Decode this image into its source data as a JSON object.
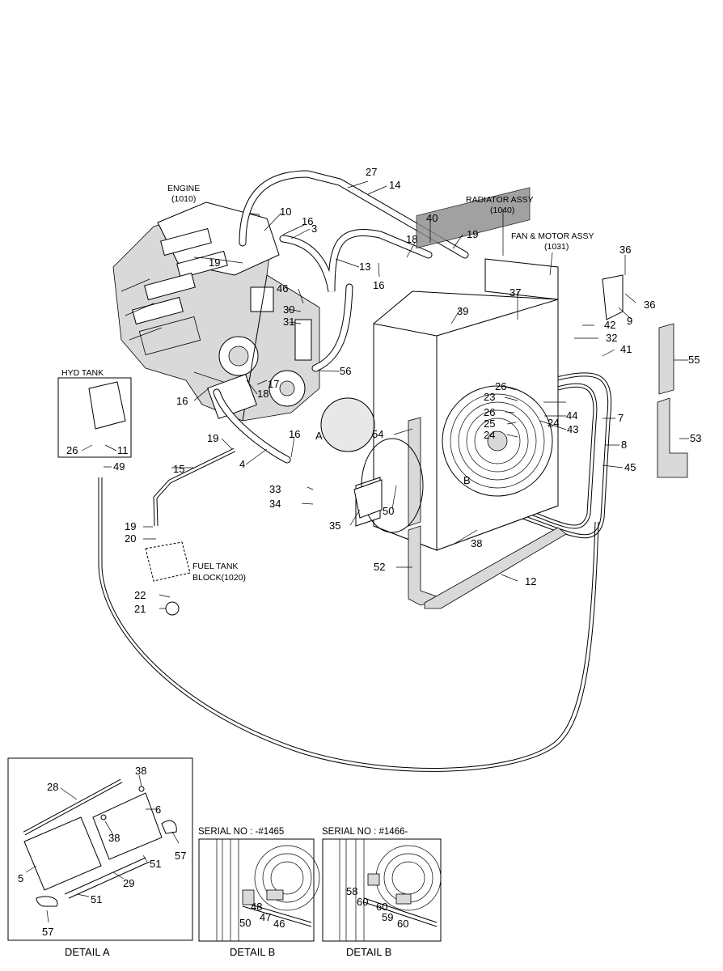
{
  "assemblies": {
    "engine": "ENGINE",
    "engine_no": "(1010)",
    "radiator": "RADIATOR ASSY",
    "radiator_no": "(1040)",
    "fan_motor": "FAN & MOTOR ASSY",
    "fan_motor_no": "(1031)",
    "hyd_tank": "HYD TANK",
    "fuel_tank": "FUEL TANK",
    "fuel_tank_block": "BLOCK(1020)"
  },
  "callouts": {
    "A": "A",
    "B": "B"
  },
  "main_labels": [
    "27",
    "14",
    "10",
    "16",
    "3",
    "40",
    "18",
    "19",
    "19",
    "13",
    "16",
    "46",
    "30",
    "31",
    "56",
    "17",
    "18",
    "16",
    "36",
    "36",
    "9",
    "42",
    "32",
    "41",
    "55",
    "53",
    "39",
    "37",
    "26",
    "23",
    "26",
    "44",
    "25",
    "24",
    "24",
    "43",
    "7",
    "8",
    "45",
    "54",
    "50",
    "35",
    "33",
    "34",
    "38",
    "52",
    "12",
    "16",
    "19",
    "4",
    "15",
    "19",
    "20",
    "22",
    "21",
    "26",
    "11",
    "49"
  ],
  "details": {
    "detail_a_caption": "DETAIL A",
    "detail_b1_caption": "DETAIL B",
    "detail_b2_caption": "DETAIL B",
    "serial_1": "SERIAL NO : -#1465",
    "serial_2": "SERIAL NO : #1466-",
    "detail_a_labels": [
      "38",
      "28",
      "6",
      "38",
      "57",
      "51",
      "5",
      "29",
      "51",
      "57"
    ],
    "detail_b1_labels": [
      "48",
      "50",
      "47",
      "46"
    ],
    "detail_b2_labels": [
      "58",
      "60",
      "60",
      "59",
      "60"
    ]
  }
}
